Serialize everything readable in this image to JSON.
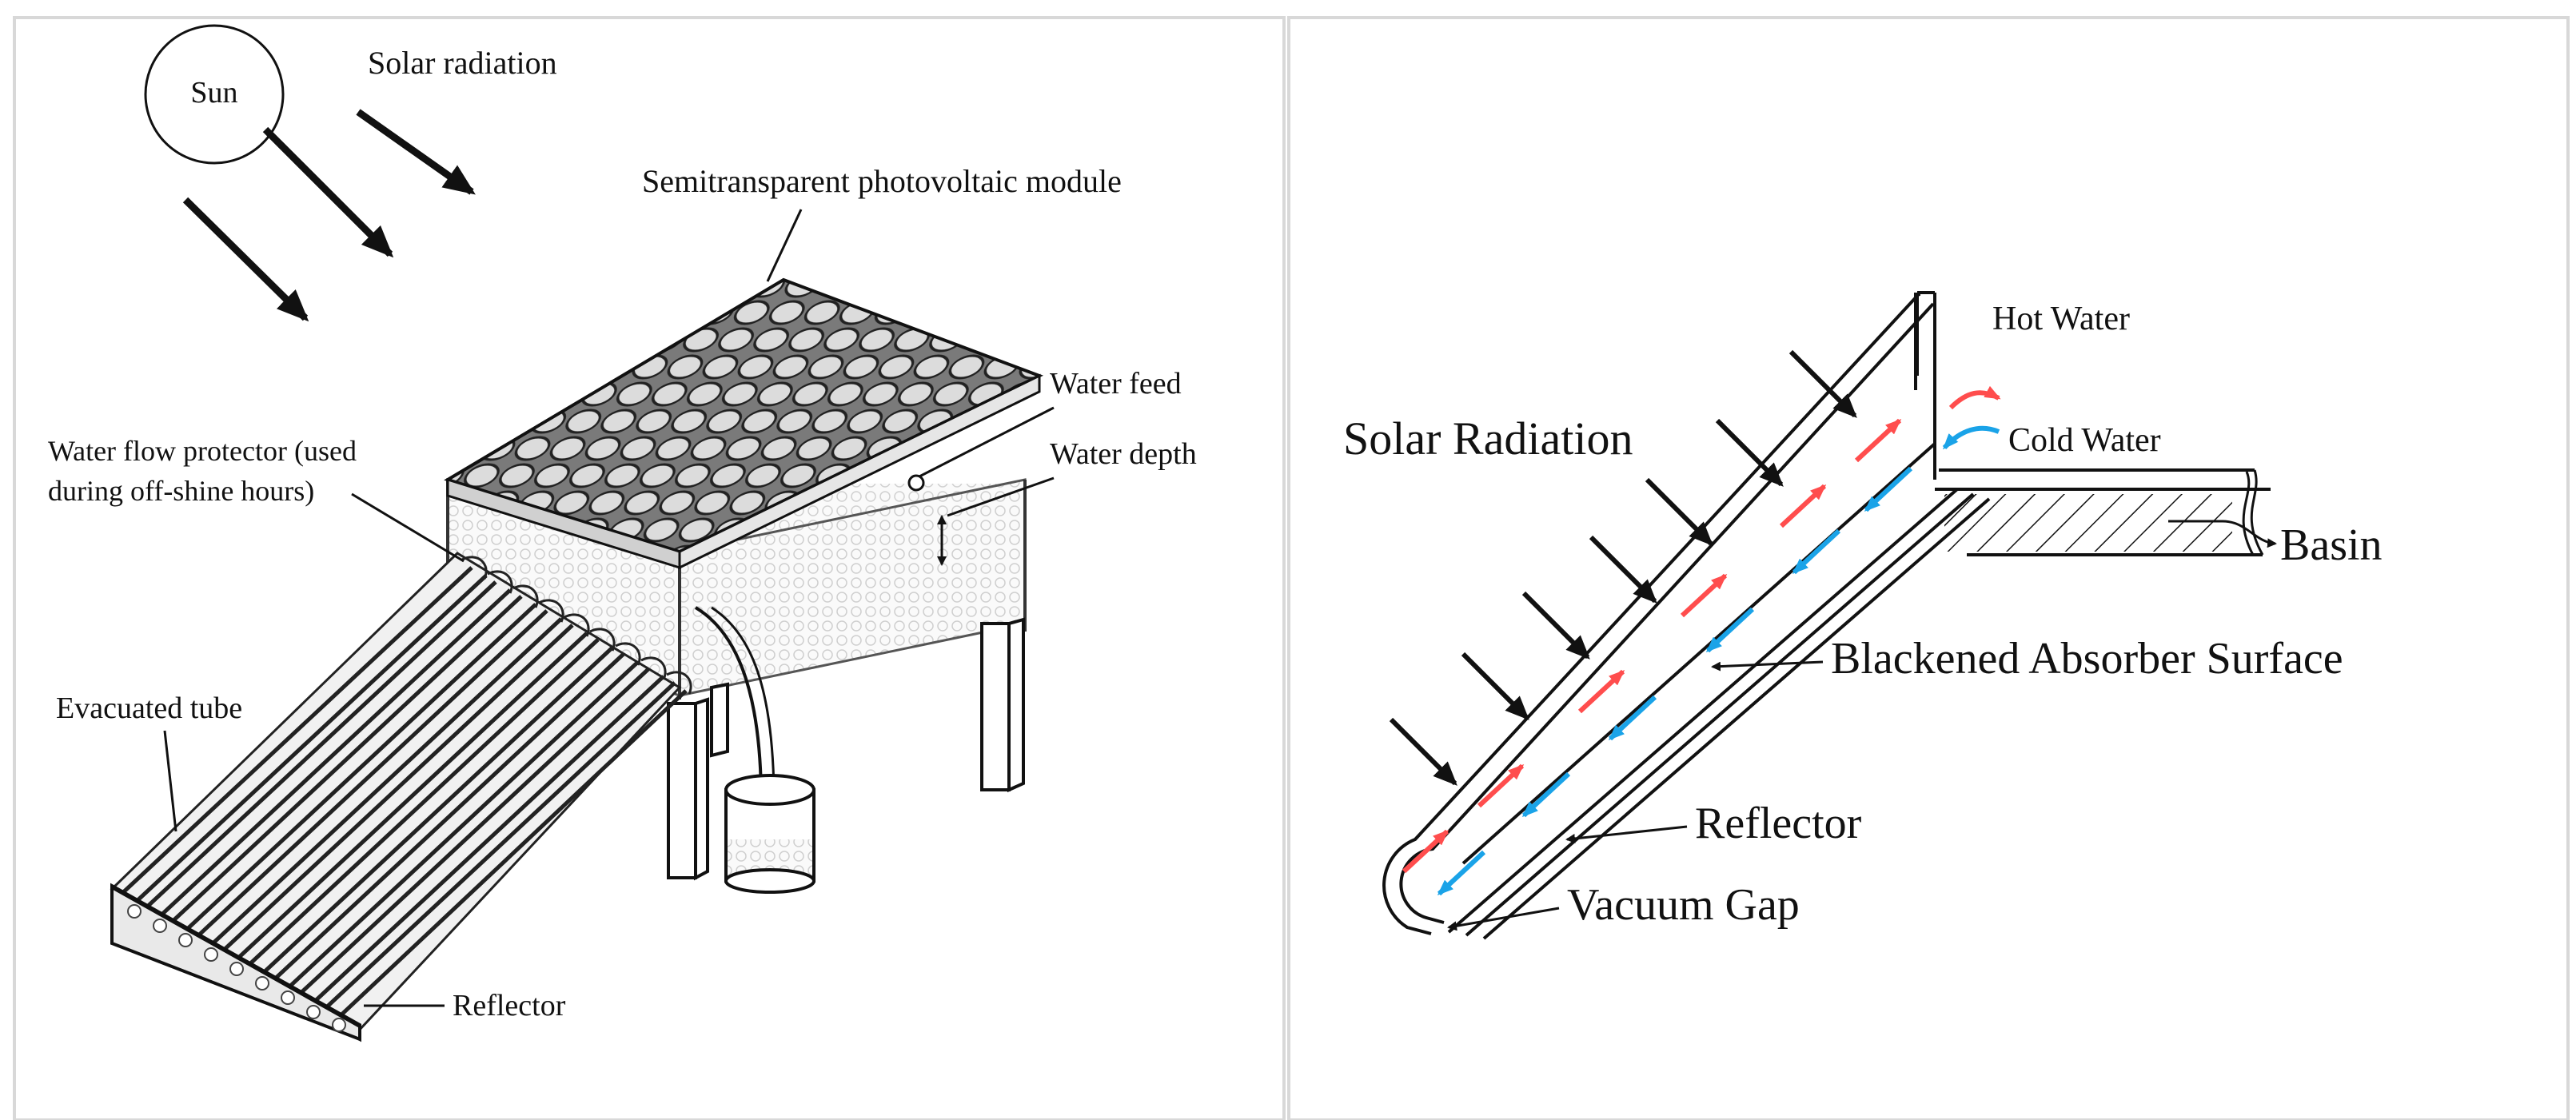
{
  "left_panel": {
    "labels": {
      "sun": "Sun",
      "solar_radiation": "Solar radiation",
      "pv_module": "Semitransparent photovoltaic module",
      "water_feed": "Water feed",
      "water_depth": "Water depth",
      "flow_protector_line1": "Water flow protector (used",
      "flow_protector_line2": "during off-shine hours)",
      "evacuated_tube": "Evacuated tube",
      "reflector": "Reflector"
    }
  },
  "right_panel": {
    "labels": {
      "solar_radiation": "Solar Radiation",
      "hot_water": "Hot Water",
      "cold_water": "Cold Water",
      "basin": "Basin",
      "absorber": "Blackened Absorber Surface",
      "reflector": "Reflector",
      "vacuum_gap": "Vacuum Gap"
    }
  },
  "colors": {
    "hot_flow": "#ff4d4d",
    "cold_flow": "#1aa3e8",
    "panel_border": "#d8d8d8",
    "ink": "#111111"
  }
}
